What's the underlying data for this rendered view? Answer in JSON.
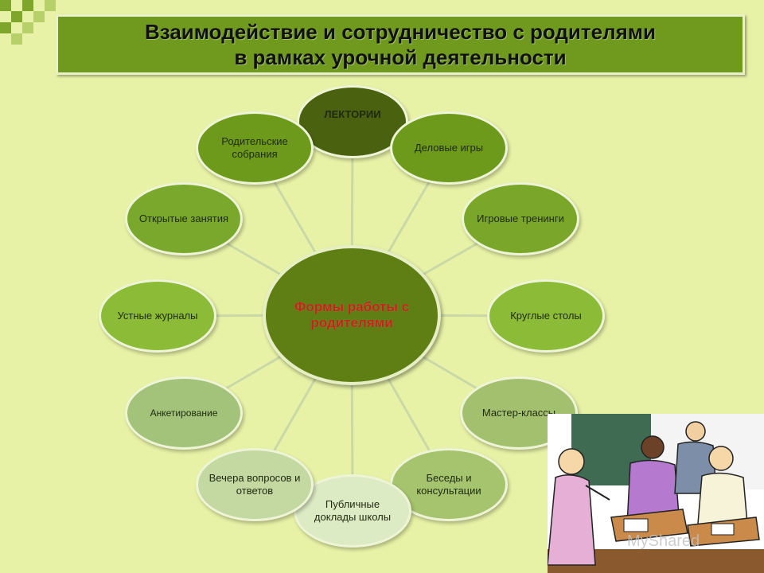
{
  "title": {
    "line1": "Взаимодействие и сотрудничество с родителями",
    "line2": "в рамках урочной деятельности"
  },
  "center": {
    "label": "Формы работы с родителями"
  },
  "nodes": [
    {
      "label": "ЛЕКТОРИИ",
      "fill": "#4a6210"
    },
    {
      "label": "Деловые игры",
      "fill": "#6e9a1c"
    },
    {
      "label": "Игровые тренинги",
      "fill": "#7aa62a"
    },
    {
      "label": "Круглые столы",
      "fill": "#8cbb38"
    },
    {
      "label": "Мастер-классы",
      "fill": "#a3c06e"
    },
    {
      "label": "Беседы и консультации",
      "fill": "#a6c46e"
    },
    {
      "label": "Публичные доклады школы",
      "fill": "#dcebc4"
    },
    {
      "label": "Вечера вопросов и ответов",
      "fill": "#c4d8a2"
    },
    {
      "label": "Анкетирование",
      "fill": "#a3c27a"
    },
    {
      "label": "Устные журналы",
      "fill": "#8cbb38"
    },
    {
      "label": "Открытые занятия",
      "fill": "#7aa82c"
    },
    {
      "label": "Родительские собрания",
      "fill": "#6e9a1c"
    }
  ],
  "colors": {
    "background": "#e8f2a6",
    "title_bar": "#6f9a1e",
    "center_fill": "#5f7e14",
    "center_text": "#c8221b",
    "connector": "#c9d9a6"
  },
  "watermark": "MyShared"
}
